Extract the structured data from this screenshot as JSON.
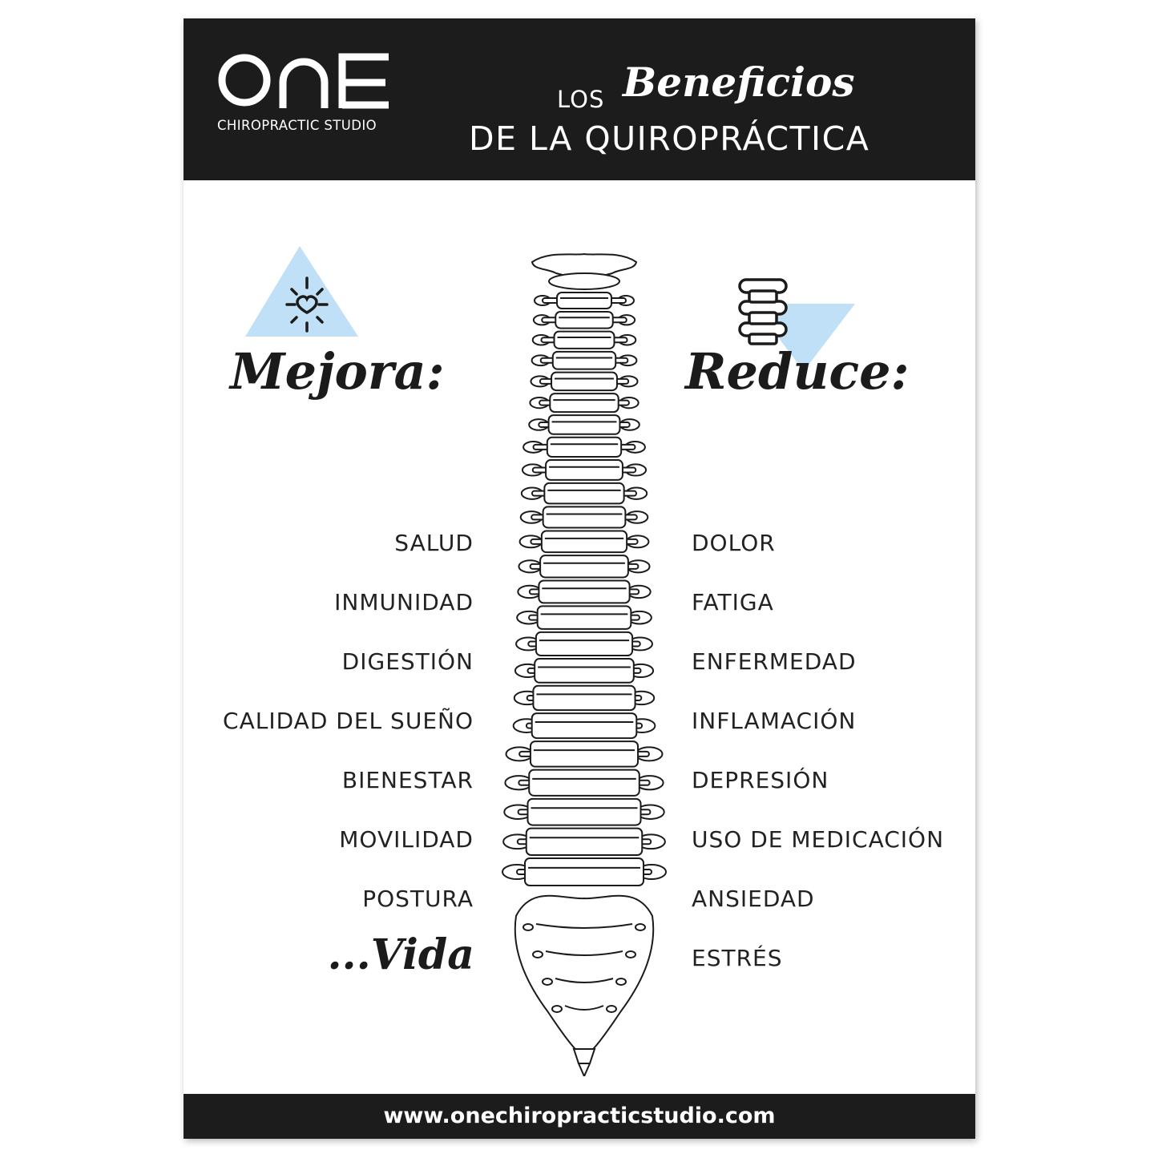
{
  "brand": {
    "logo_text": "ONE",
    "subtitle": "CHIROPRACTIC STUDIO"
  },
  "title": {
    "prefix": "LOS",
    "script": "Beneficios",
    "main": "DE LA QUIROPRÁCTICA"
  },
  "improves": {
    "heading": "Mejora:",
    "icon": "heart-sun-icon",
    "items": [
      "SALUD",
      "INMUNIDAD",
      "DIGESTIÓN",
      "CALIDAD DEL SUEÑO",
      "BIENESTAR",
      "MOVILIDAD",
      "POSTURA"
    ],
    "closing": "...Vida"
  },
  "reduces": {
    "heading": "Reduce:",
    "icon": "vertebrae-icon",
    "items": [
      "DOLOR",
      "FATIGA",
      "ENFERMEDAD",
      "INFLAMACIÓN",
      "DEPRESIÓN",
      "USO DE MEDICACIÓN",
      "ANSIEDAD",
      "ESTRÉS"
    ]
  },
  "illustration": "spine-illustration",
  "footer": {
    "url": "www.onechiropracticstudio.com"
  },
  "colors": {
    "header_bg": "#1c1c1c",
    "accent_blue": "#bfe0f7",
    "text": "#222222"
  }
}
